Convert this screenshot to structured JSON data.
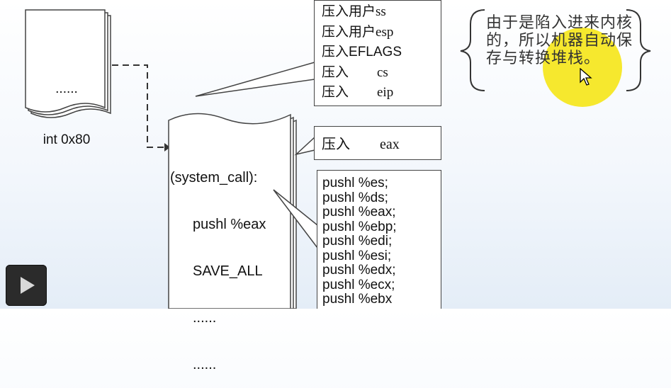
{
  "doc_left": {
    "lines": [
      "......",
      "int 0x80"
    ]
  },
  "syscall_doc": {
    "lines": [
      "(system_call):",
      "pushl %eax",
      "SAVE_ALL",
      "......",
      "......"
    ]
  },
  "hw_push_box": {
    "lines": [
      {
        "prefix": "压入用户",
        "operand": "ss"
      },
      {
        "prefix": "压入用户",
        "operand": "esp"
      },
      {
        "prefix": "压入",
        "operand": "EFLAGS"
      },
      {
        "prefix": "压入",
        "operand": "cs"
      },
      {
        "prefix": "压入",
        "operand": "eip"
      }
    ]
  },
  "eax_box": {
    "prefix": "压入",
    "operand": "eax"
  },
  "save_all_box": {
    "lines": [
      "pushl %es;",
      "pushl %ds;",
      "pushl %eax;",
      "pushl %ebp;",
      "pushl %edi;",
      "pushl %esi;",
      "pushl %edx;",
      "pushl %ecx;",
      "pushl %ebx"
    ]
  },
  "note": {
    "text": "由于是陷入进来内核的，所以机器自动保存与转换堆栈。"
  },
  "colors": {
    "highlight": "#f5e61c",
    "line": "#333333",
    "background": "#eef3f9"
  }
}
